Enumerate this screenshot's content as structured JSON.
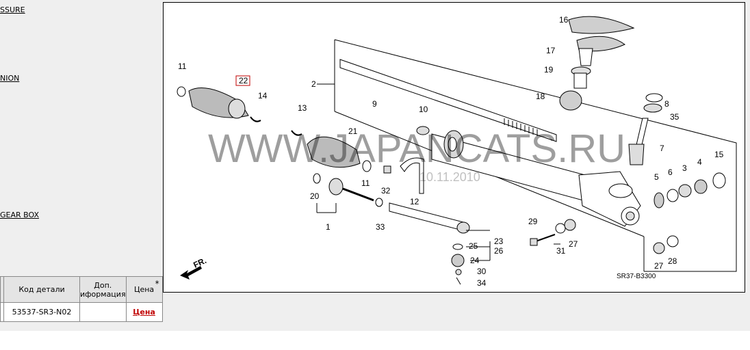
{
  "sidebar": {
    "links": [
      "SSURE",
      "NION",
      "GEAR BOX"
    ]
  },
  "table": {
    "headers": {
      "code": "Код детали",
      "info": "Доп. иформация",
      "price": "Цена",
      "price_star": "*"
    },
    "row": {
      "code": "53537-SR3-N02",
      "info": "",
      "price": "Цена"
    }
  },
  "diagram": {
    "watermark": "WWW.JAPANCATS.RU",
    "date": "10.11.2010",
    "code": "SR37-B3300",
    "direction": "FR.",
    "highlighted": "22",
    "callouts": [
      "1",
      "2",
      "3",
      "4",
      "5",
      "6",
      "7",
      "8",
      "9",
      "10",
      "11",
      "11",
      "12",
      "13",
      "14",
      "15",
      "16",
      "17",
      "18",
      "19",
      "20",
      "21",
      "22",
      "23",
      "24",
      "25",
      "26",
      "27",
      "27",
      "28",
      "29",
      "30",
      "31",
      "32",
      "33",
      "34",
      "35"
    ]
  }
}
